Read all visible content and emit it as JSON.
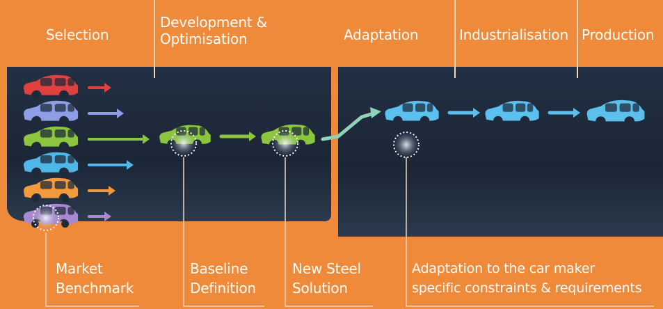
{
  "colors": {
    "background": "#ef8a3a",
    "panel": "#1f2b3a",
    "line": "#f3d6c4",
    "text": "#ffffff"
  },
  "phases": [
    {
      "label": "Selection"
    },
    {
      "label": "Development &\nOptimisation"
    },
    {
      "label": "Adaptation"
    },
    {
      "label": "Industrialisation"
    },
    {
      "label": "Production"
    }
  ],
  "steps": [
    {
      "label": "Market\nBenchmark"
    },
    {
      "label": "Baseline\nDefinition"
    },
    {
      "label": "New Steel\nSolution"
    },
    {
      "label": "Adaptation to the car maker\nspecific constraints & requirements"
    }
  ],
  "cars": {
    "candidates": [
      {
        "name": "red",
        "color": "#e0403e"
      },
      {
        "name": "periwinkle",
        "color": "#8e9ee6"
      },
      {
        "name": "green",
        "color": "#8cc63f"
      },
      {
        "name": "cyan",
        "color": "#4fb6e8"
      },
      {
        "name": "orange",
        "color": "#f39a3c"
      },
      {
        "name": "purple",
        "color": "#a889cf"
      }
    ],
    "baseline": {
      "color": "#8cc63f"
    },
    "new_steel": {
      "color": "#8cc63f"
    },
    "adapted": {
      "color": "#5cc0ee"
    }
  }
}
